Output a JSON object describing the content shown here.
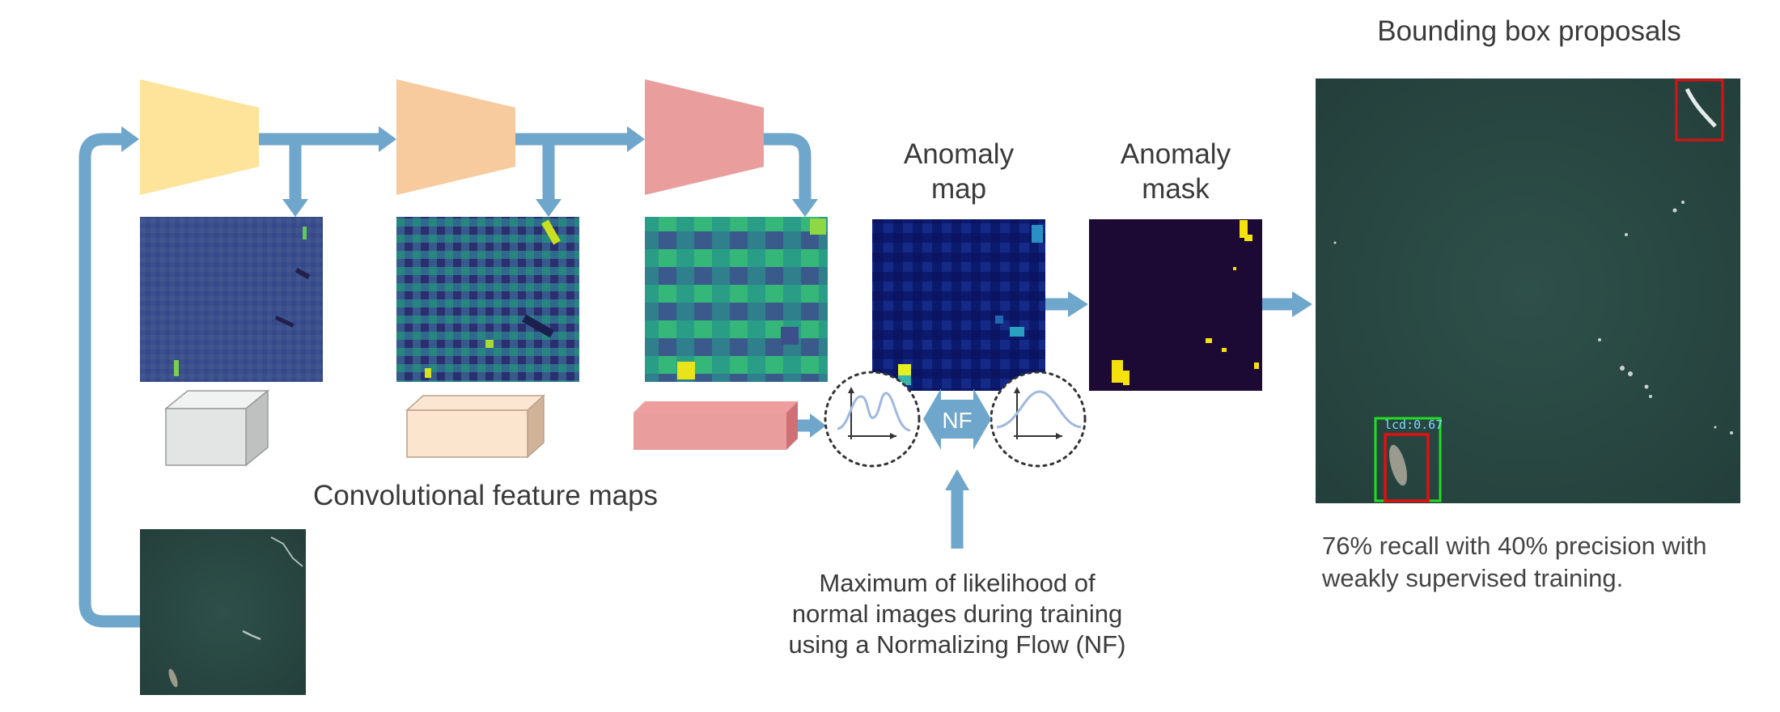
{
  "labels": {
    "bbox_title": "Bounding box proposals",
    "anomaly_map": "Anomaly map",
    "anomaly_mask": "Anomaly mask",
    "conv_features": "Convolutional feature maps",
    "nf": "NF",
    "likelihood_line1": "Maximum of likelihood of",
    "likelihood_line2": "normal images during training",
    "likelihood_line3": "using a Normalizing Flow (NF)",
    "result_line1": "76% recall with 40% precision with",
    "result_line2": "weakly supervised training.",
    "detection_score": "lcd:0.67"
  },
  "colors": {
    "arrow": "#6fa6cc",
    "encoder1": "#fde49a",
    "encoder2": "#f8cb9f",
    "encoder3": "#e99d9c",
    "sea": "#2a4a44",
    "box_red": "#e01010",
    "box_green": "#22dd22"
  }
}
